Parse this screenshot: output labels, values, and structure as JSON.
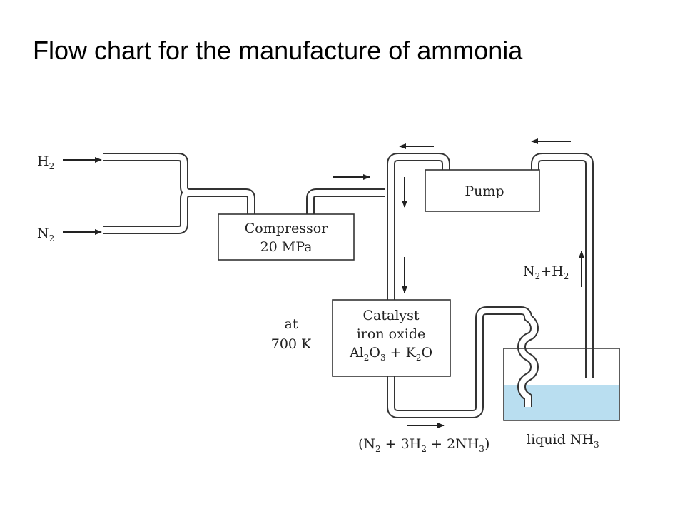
{
  "title": "Flow chart for the manufacture of ammonia",
  "inputs": {
    "h2": {
      "main": "H",
      "sub": "2"
    },
    "n2": {
      "main": "N",
      "sub": "2"
    }
  },
  "compressor": {
    "line1": "Compressor",
    "line2": "20 MPa"
  },
  "pump": {
    "label": "Pump"
  },
  "temperature": {
    "line1": "at",
    "line2": "700 K"
  },
  "catalyst": {
    "line1": "Catalyst",
    "line2": "iron oxide",
    "line3": {
      "a": "Al",
      "a_sub": "2",
      "b": "O",
      "b_sub": "3",
      "c": " + K",
      "c_sub": "2",
      "d": "O"
    }
  },
  "recycle": {
    "a": "N",
    "a_sub": "2",
    "b": "+H",
    "b_sub": "2"
  },
  "product_stream": {
    "p1": "(N",
    "s1": "2",
    "p2": " + 3H",
    "s2": "2",
    "p3": " + 2NH",
    "s3": "3",
    "p4": ")"
  },
  "liquid": {
    "text": "liquid NH",
    "sub": "3"
  },
  "colors": {
    "liquid": "#b9def0",
    "pipe": "#333333",
    "text": "#222222"
  }
}
